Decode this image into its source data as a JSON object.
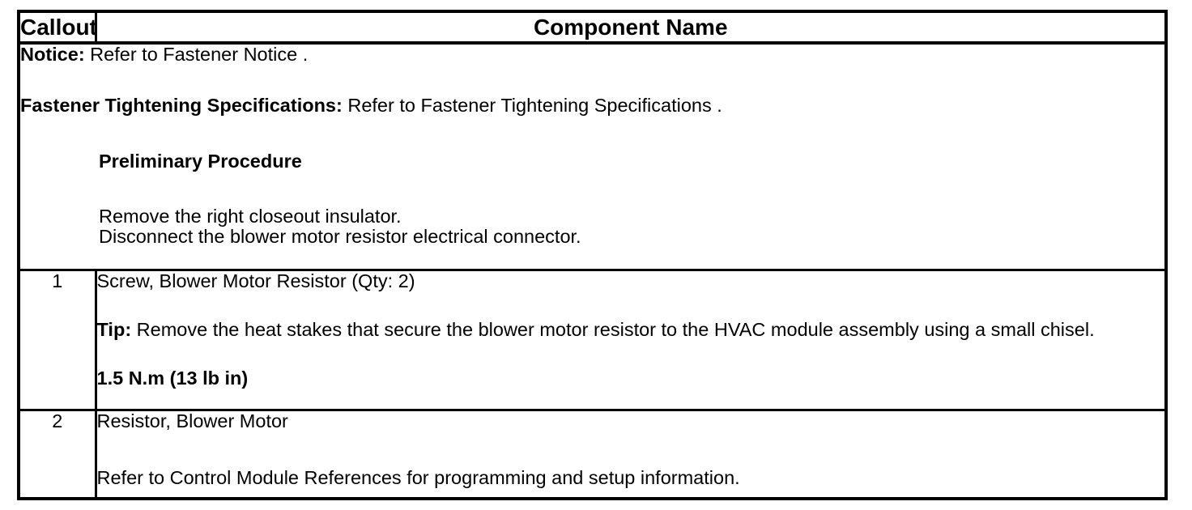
{
  "colors": {
    "background": "#ffffff",
    "text": "#000000",
    "border": "#000000"
  },
  "table": {
    "header": {
      "callout_label": "Callout",
      "component_label": "Component Name"
    },
    "notice_row": {
      "notice_label": "Notice:",
      "notice_text": " Refer to Fastener Notice .",
      "fastener_label": "Fastener Tightening Specifications:",
      "fastener_text": " Refer to Fastener Tightening Specifications .",
      "preliminary_heading": "Preliminary Procedure",
      "steps": [
        "Remove the right closeout insulator.",
        "Disconnect the blower motor resistor electrical connector."
      ]
    },
    "rows": [
      {
        "callout": "1",
        "component_name": "Screw, Blower Motor Resistor (Qty: 2)",
        "tip_label": "Tip:",
        "tip_text": " Remove the heat stakes that secure the blower motor resistor to the HVAC module assembly using a small chisel.",
        "torque_spec": "1.5 N.m (13 lb in)"
      },
      {
        "callout": "2",
        "component_name": "Resistor, Blower Motor",
        "reference_note": "Refer to Control Module References for programming and setup information."
      }
    ]
  }
}
